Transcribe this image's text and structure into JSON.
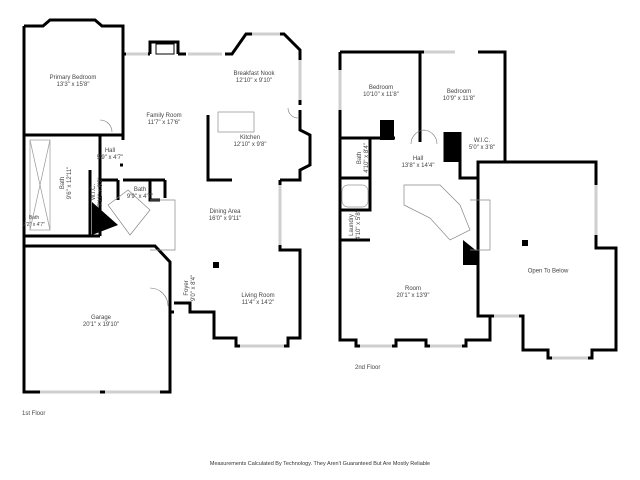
{
  "floors": [
    {
      "name": "1st Floor",
      "rooms": [
        {
          "name": "Primary Bedroom",
          "dims": "13'3\" x 15'8\""
        },
        {
          "name": "Family Room",
          "dims": "11'7\" x 17'6\""
        },
        {
          "name": "Breakfast Nook",
          "dims": "12'10\" x 9'10\""
        },
        {
          "name": "Kitchen",
          "dims": "12'10\" x 9'8\""
        },
        {
          "name": "Hall",
          "dims": "5'9\" x 4'7\""
        },
        {
          "name": "Bath",
          "dims": "9'6\" x 12'11\""
        },
        {
          "name": "W.I.C.",
          "dims": "7'11\" x 6'2\""
        },
        {
          "name": "Bath",
          "dims": "9'9\" x 4'7\""
        },
        {
          "name": "Bath",
          "dims": "2'2\" x 4'7\""
        },
        {
          "name": "Dining Area",
          "dims": "16'0\" x 9'11\""
        },
        {
          "name": "Foyer",
          "dims": "9'0\" x 8'4\""
        },
        {
          "name": "Living Room",
          "dims": "11'4\" x 14'2\""
        },
        {
          "name": "Garage",
          "dims": "20'1\" x 19'10\""
        }
      ]
    },
    {
      "name": "2nd Floor",
      "rooms": [
        {
          "name": "Bedroom",
          "dims": "10'10\" x 11'8\""
        },
        {
          "name": "Bedroom",
          "dims": "10'9\" x 11'8\""
        },
        {
          "name": "W.I.C.",
          "dims": "5'0\" x 3'8\""
        },
        {
          "name": "Hall",
          "dims": "13'8\" x 14'4\""
        },
        {
          "name": "Bath",
          "dims": "4'10\" x 8'4\""
        },
        {
          "name": "Laundry",
          "dims": "4'10\" x 5'8\""
        },
        {
          "name": "Room",
          "dims": "20'1\" x 13'9\""
        },
        {
          "name": "Open To Below",
          "dims": ""
        }
      ]
    }
  ],
  "disclaimer": "Measurements Calculated By Technology. They Aren't Guaranteed But Are Mostly Reliable",
  "colors": {
    "wall": "#000000",
    "background": "#ffffff",
    "window": "#cfcfcf",
    "text": "#444444"
  }
}
